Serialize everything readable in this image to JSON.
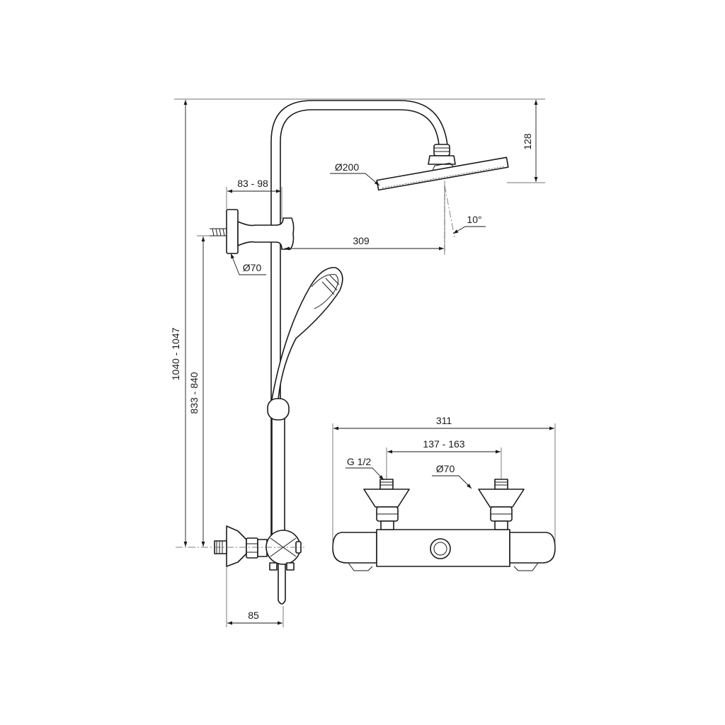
{
  "dimensions": {
    "overall_height": "1040 - 1047",
    "outlet_height": "833 - 840",
    "bracket_offset": "83 - 98",
    "head_projection": "309",
    "bracket_diameter": "Ø70",
    "head_diameter": "Ø200",
    "head_drop": "128",
    "head_angle": "10°",
    "valve_depth": "85",
    "valve_width": "311",
    "inlet_centres": "137 - 163",
    "inlet_thread": "G 1/2",
    "inlet_diameter": "Ø70"
  }
}
